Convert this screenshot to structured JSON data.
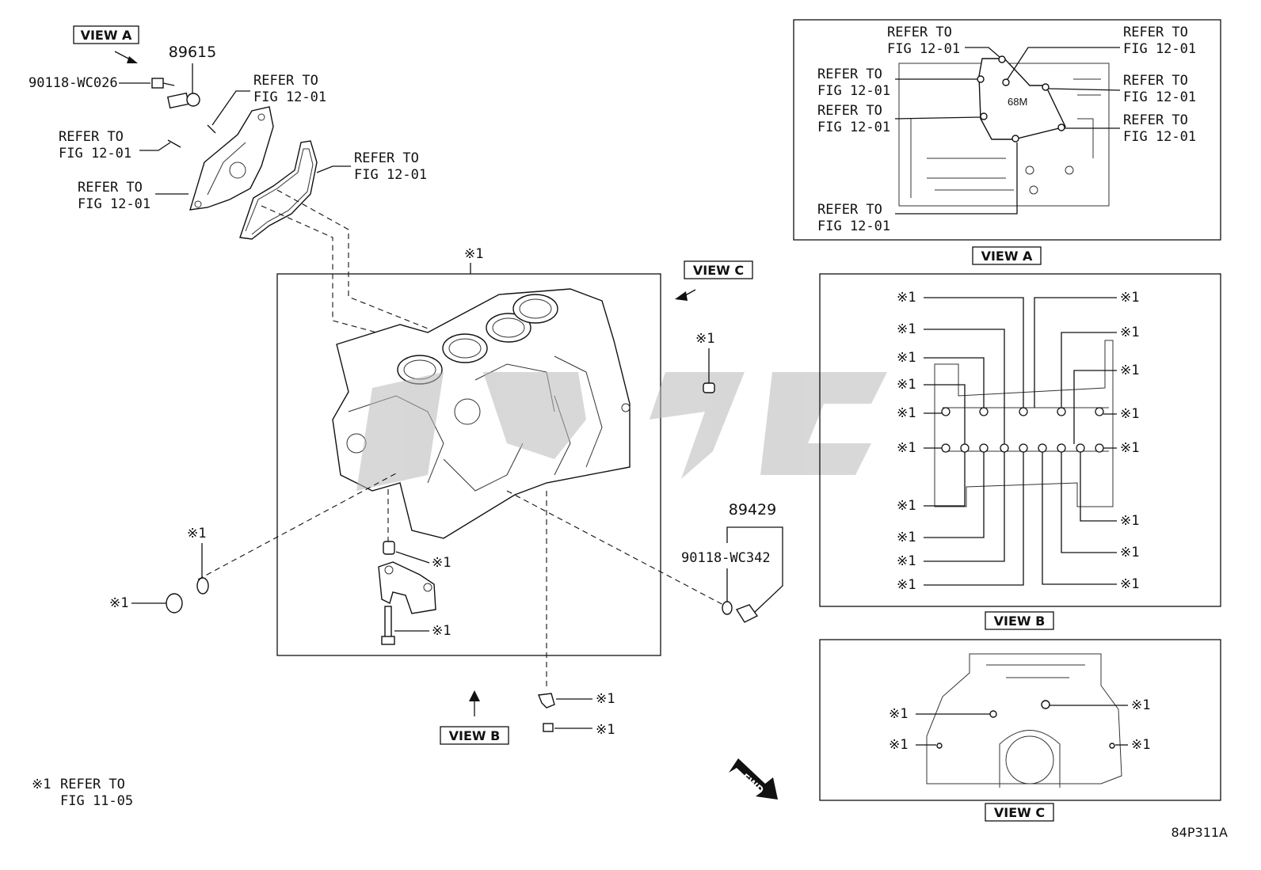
{
  "parts": {
    "p89615": "89615",
    "p90118_wc026": "90118-WC026",
    "p89429": "89429",
    "p90118_wc342": "90118-WC342"
  },
  "refs": {
    "fig1201_a": "REFER TO",
    "fig1201_b": "FIG 12-01",
    "x1": "※1"
  },
  "views": {
    "a": "VIEW A",
    "b": "VIEW B",
    "c": "VIEW C"
  },
  "viewa_label_68m": "68M",
  "fwd": "FWD",
  "footnote": {
    "mark": "※1",
    "line1": "REFER TO",
    "line2": "FIG 11-05"
  },
  "drawing_code": "84P311A",
  "colors": {
    "line": "#111111",
    "watermark": "#b8b8b8"
  }
}
